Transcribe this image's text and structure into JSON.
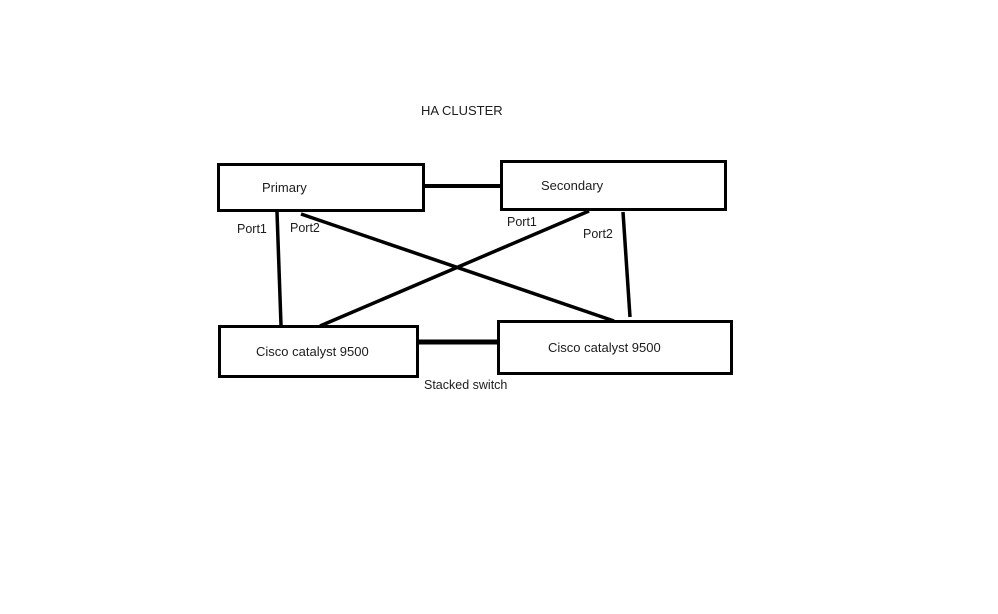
{
  "diagram": {
    "title": "HA CLUSTER",
    "nodes": {
      "primary": {
        "label": "Primary"
      },
      "secondary": {
        "label": "Secondary"
      },
      "switch_left": {
        "label": "Cisco catalyst 9500"
      },
      "switch_right": {
        "label": "Cisco catalyst 9500"
      }
    },
    "port_labels": {
      "primary_port1": "Port1",
      "primary_port2": "Port2",
      "secondary_port1": "Port1",
      "secondary_port2": "Port2"
    },
    "caption": {
      "stacked_switch": "Stacked switch"
    },
    "edges": [
      {
        "from": "primary",
        "to": "secondary",
        "type": "ha-link"
      },
      {
        "from": "primary.port1",
        "to": "switch_left",
        "type": "uplink"
      },
      {
        "from": "primary.port2",
        "to": "switch_right",
        "type": "uplink"
      },
      {
        "from": "secondary.port1",
        "to": "switch_left",
        "type": "uplink"
      },
      {
        "from": "secondary.port2",
        "to": "switch_right",
        "type": "uplink"
      },
      {
        "from": "switch_left",
        "to": "switch_right",
        "type": "stack-link"
      }
    ],
    "colors": {
      "line": "#000000",
      "border": "#000000",
      "text": "#1c1c1c",
      "background": "#ffffff"
    }
  }
}
